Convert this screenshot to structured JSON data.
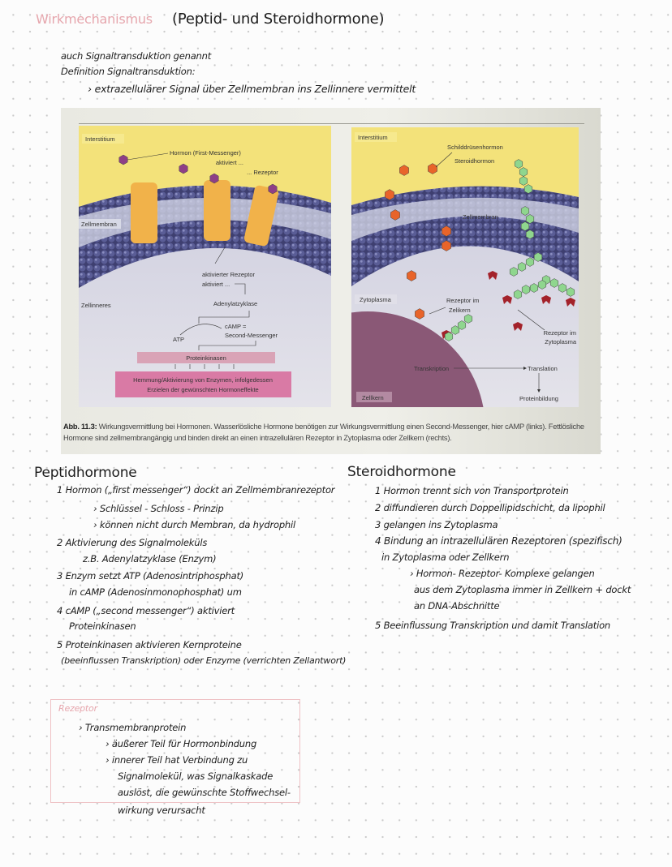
{
  "title": {
    "main": "Wirkmechanismus",
    "sub": "(Peptid- und Steroidhormone)"
  },
  "intro": [
    "auch Signaltransduktion genannt",
    "Definition Signaltransduktion:",
    "› extrazellulärer Signal über Zellmembran ins Zellinnere vermittelt"
  ],
  "figure": {
    "left": {
      "interstitium": "Interstitium",
      "hormon": "Hormon (First-Messenger)",
      "aktiviert": "aktiviert ...",
      "rezeptor": "... Rezeptor",
      "zellmembran": "Zellmembran",
      "aktivierter": "aktivierter Rezeptor",
      "aktiviert2": "aktiviert ...",
      "zellinneres": "Zellinneres",
      "adenylat": "Adenylatzyklase",
      "camp": "cAMP =",
      "second": "Second-Messenger",
      "atp": "ATP",
      "kinasen": "Proteinkinasen",
      "effekt1": "Hemmung/Aktivierung von Enzymen, infolgedessen",
      "effekt2": "Erzielen der gewünschten Hormoneffekte"
    },
    "right": {
      "interstitium": "Interstitium",
      "schild": "Schilddrüsenhormon",
      "steroid": "Steroidhormon",
      "zellmembran": "Zellmembran",
      "zytoplasma": "Zytoplasma",
      "rez_kern1": "Rezeptor im",
      "rez_kern2": "Zelikern",
      "rez_zyto1": "Rezeptor im",
      "rez_zyto2": "Zytoplasma",
      "transkription": "Transkription",
      "translation": "Translation",
      "proteinbildung": "Proteinbildung",
      "zellkern": "Zellkern"
    },
    "caption_label": "Abb. 11.3:",
    "caption": "Wirkungsvermittlung bei Hormonen. Wasserlösliche Hormone benötigen zur Wirkungsvermittlung einen Second-Messenger, hier cAMP (links). Fettlösliche Hormone sind zellmembrangängig und binden direkt an einen intrazellulären Rezeptor in Zytoplasma oder Zellkern (rechts).",
    "colors": {
      "interstitium": "#f3e27a",
      "membrane": "#4b4d82",
      "receptor": "#f1b24a",
      "peptide": "#8e3f86",
      "thyroid": "#e8642a",
      "steroid": "#8fd68e",
      "cyto_receptor": "#a3222a",
      "nucleus": "#8a5876"
    }
  },
  "peptid": {
    "heading": "Peptidhormone",
    "lines": [
      "1 Hormon („first messenger“) dockt an Zellmembranrezeptor",
      "› Schlüssel - Schloss - Prinzip",
      "› können nicht durch Membran, da hydrophil",
      "2 Aktivierung des Signalmoleküls",
      "z.B. Adenylatzyklase (Enzym)",
      "3 Enzym setzt ATP (Adenosintriphosphat)",
      "in cAMP (Adenosinmonophosphat) um",
      "4 cAMP („second messenger“) aktiviert",
      "Proteinkinasen",
      "5 Proteinkinasen aktivieren Kernproteine",
      "(beeinflussen Transkription) oder Enzyme (verrichten Zellantwort)"
    ]
  },
  "steroid": {
    "heading": "Steroidhormone",
    "lines": [
      "1 Hormon trennt sich von Transportprotein",
      "2 diffundieren durch Doppellipidschicht, da lipophil",
      "3 gelangen ins Zytoplasma",
      "4 Bindung an intrazellulären Rezeptoren (spezifisch)",
      "in Zytoplasma oder Zellkern",
      "› Hormon- Rezeptor- Komplexe gelangen",
      "aus dem Zytoplasma immer in Zellkern + dockt",
      "an DNA-Abschnitte",
      "5 Beeinflussung Transkription und damit Translation"
    ]
  },
  "rezeptor": {
    "label": "Rezeptor",
    "lines": [
      "› Transmembranprotein",
      "› äußerer Teil für Hormonbindung",
      "› innerer Teil hat Verbindung zu",
      "Signalmolekül, was Signalkaskade",
      "auslöst, die gewünschte Stoffwechsel-",
      "wirkung verursacht"
    ]
  }
}
